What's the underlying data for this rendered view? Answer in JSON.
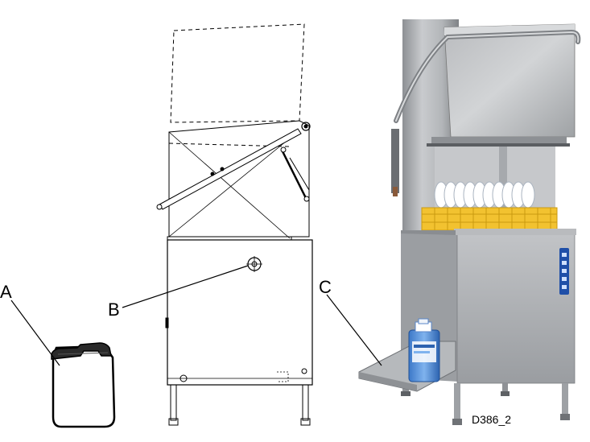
{
  "callouts": {
    "a": "A",
    "b": "B",
    "c": "C"
  },
  "figure_code": "D386_2",
  "panel_labels": [
    "A",
    "B",
    "C",
    "D386_2"
  ]
}
